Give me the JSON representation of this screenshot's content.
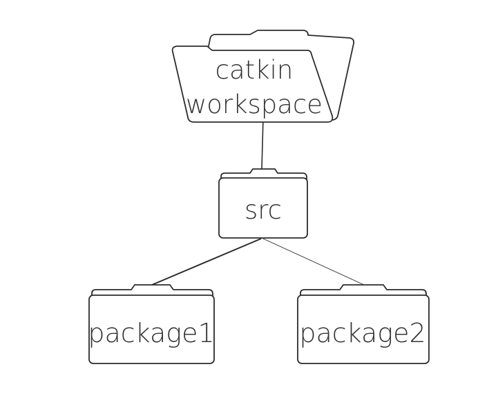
{
  "nodes": {
    "workspace": {
      "line1": "catkin",
      "line2": "workspace"
    },
    "src": {
      "label": "src"
    },
    "package1": {
      "label": "package1"
    },
    "package2": {
      "label": "package2"
    }
  },
  "colors": {
    "stroke": "#2b2b2b",
    "text": "#333333",
    "background": "#ffffff"
  }
}
